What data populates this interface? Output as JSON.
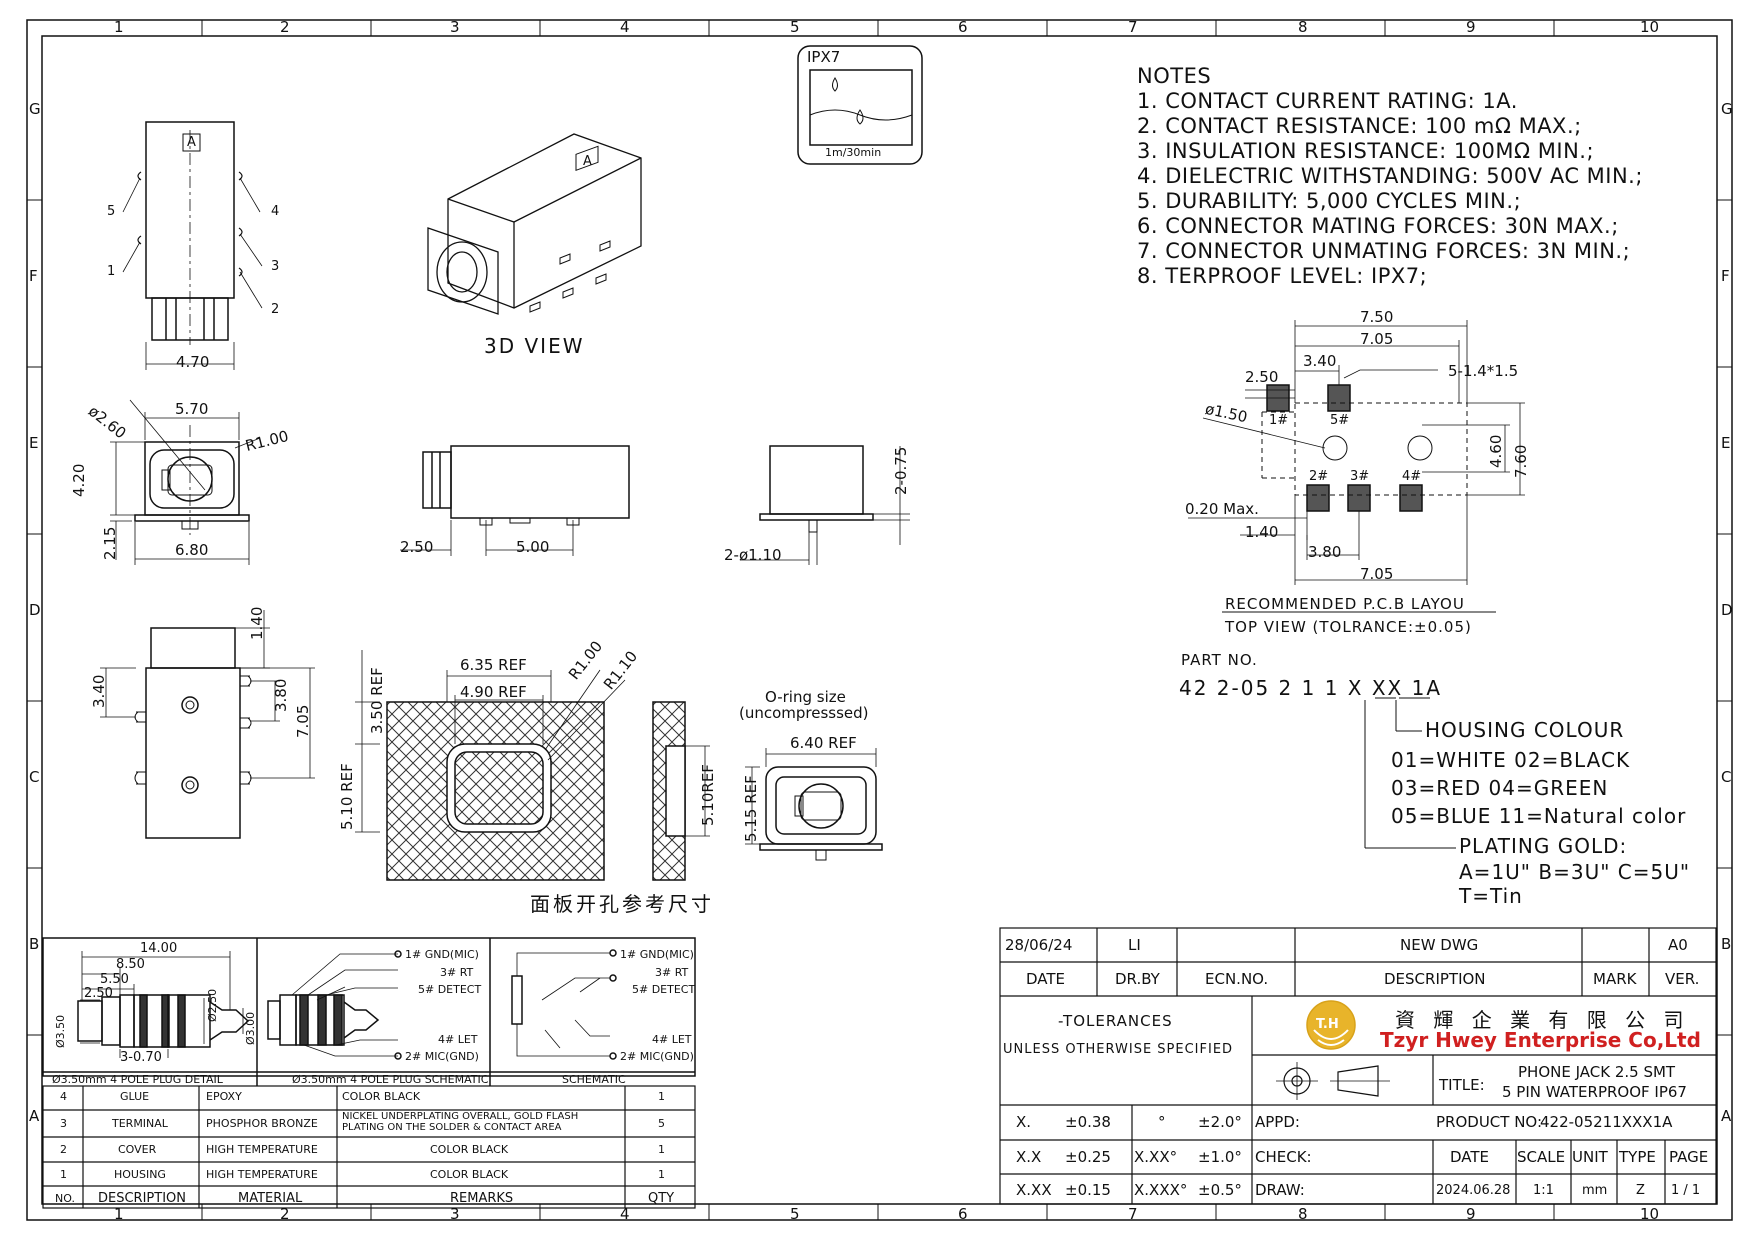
{
  "frame": {
    "col_labels": [
      "1",
      "2",
      "3",
      "4",
      "5",
      "6",
      "7",
      "8",
      "9",
      "10"
    ],
    "row_labels": [
      "G",
      "F",
      "E",
      "D",
      "C",
      "B",
      "A"
    ]
  },
  "ipx7": {
    "label": "IPX7",
    "sub": "1m/30min"
  },
  "views": {
    "view3d_label": "3D VIEW",
    "marking_letter": "A",
    "pin_numbers": [
      "5",
      "1",
      "4",
      "3",
      "2"
    ],
    "panel_cutout_caption": "面板开孔参考尺寸",
    "oring_label_1": "O-ring size",
    "oring_label_2": "(uncompresssed)"
  },
  "dims": {
    "side_470": "4.70",
    "front_570": "5.70",
    "front_d260": "ø2.60",
    "front_r100": "R1.00",
    "front_420": "4.20",
    "front_215": "2.15",
    "front_680": "6.80",
    "side_250": "2.50",
    "side_500": "5.00",
    "end_075": "2-0.75",
    "end_d110": "2-ø1.10",
    "bot_140": "1.40",
    "bot_340": "3.40",
    "bot_380": "3.80",
    "bot_705": "7.05",
    "panel_635": "6.35 REF",
    "panel_490": "4.90 REF",
    "panel_r100": "R1.00",
    "panel_r110": "R1.10",
    "panel_350": "3.50 REF",
    "panel_510": "5.10 REF",
    "panel_510b": "5.10REF",
    "oring_640": "6.40 REF",
    "oring_515": "5.15 REF"
  },
  "notes": {
    "title": "NOTES",
    "items": [
      "1. CONTACT CURRENT RATING: 1A.",
      "2. CONTACT RESISTANCE: 100 mΩ MAX.;",
      "3. INSULATION RESISTANCE: 100MΩ MIN.;",
      "4. DIELECTRIC WITHSTANDING: 500V AC MIN.;",
      "5. DURABILITY: 5,000 CYCLES MIN.;",
      "6. CONNECTOR MATING FORCES: 30N  MAX.;",
      "7. CONNECTOR UNMATING FORCES: 3N MIN.;",
      "8. TERPROOF LEVEL: IPX7;"
    ]
  },
  "pcb": {
    "d750": "7.50",
    "d705": "7.05",
    "d340": "3.40",
    "d250": "2.50",
    "pad": "5-1.4*1.5",
    "d150": "ø1.50",
    "d460": "4.60",
    "d760": "7.60",
    "d020": "0.20 Max.",
    "d140": "1.40",
    "d380": "3.80",
    "d705b": "7.05",
    "pins": [
      "1#",
      "5#",
      "2#",
      "3#",
      "4#"
    ],
    "caption1": "RECOMMENDED P.C.B LAYOU",
    "caption2": "TOP VIEW (TOLRANCE:±0.05)"
  },
  "part": {
    "label": "PART NO.",
    "number": "42 2-05 2 1 1 X XX 1A",
    "housing_colour": "HOUSING COLOUR",
    "colours": [
      "01=WHITE 02=BLACK",
      "03=RED  04=GREEN",
      "05=BLUE 11=Natural color"
    ],
    "plating": "PLATING GOLD:",
    "plating_opts": "A=1U\" B=3U\" C=5U\"",
    "tin": "T=Tin"
  },
  "plug": {
    "d1400": "14.00",
    "d850": "8.50",
    "d550": "5.50",
    "d250": "2.50",
    "d350": "Ø3.50",
    "d250v": "Ø2.50",
    "d300": "Ø3.00",
    "d070": "3-0.70",
    "detail_caption": "Ø3.50mm 4 POLE PLUG DETAIL",
    "schem_caption": "Ø3.50mm 4 POLE PLUG SCHEMATIC",
    "schematic_caption": "SCHEMATIC",
    "pins": [
      "1# GND(MIC)",
      "3# RT",
      "5# DETECT",
      "4# LET",
      "2# MIC(GND)"
    ]
  },
  "bom": {
    "headers": [
      "NO.",
      "DESCRIPTION",
      "MATERIAL",
      "REMARKS",
      "QTY"
    ],
    "rows": [
      [
        "4",
        "GLUE",
        "EPOXY",
        "COLOR BLACK",
        "1"
      ],
      [
        "3",
        "TERMINAL",
        "PHOSPHOR BRONZE",
        "NICKEL UNDERPLATING OVERALL, GOLD FLASH PLATING ON THE SOLDER & CONTACT AREA",
        "5"
      ],
      [
        "2",
        "COVER",
        "HIGH TEMPERATURE",
        "COLOR BLACK",
        "1"
      ],
      [
        "1",
        "HOUSING",
        "HIGH TEMPERATURE",
        "COLOR BLACK",
        "1"
      ]
    ]
  },
  "titleblock": {
    "rev": {
      "date": "28/06/24",
      "drby": "LI",
      "ecn": "",
      "desc": "NEW DWG",
      "mark": "",
      "ver": "A0"
    },
    "rev_headers": [
      "DATE",
      "DR.BY",
      "ECN.NO.",
      "DESCRIPTION",
      "MARK",
      "VER."
    ],
    "tol_title": "-TOLERANCES",
    "tol_sub": "UNLESS OTHERWISE SPECIFIED",
    "company_cn": "資 輝 企 業 有 限 公 司",
    "company_en": "Tzyr Hwey Enterprise Co,Ltd",
    "logo": "T.H",
    "title_label": "TITLE:",
    "title_1": "PHONE JACK 2.5 SMT",
    "title_2": "5 PIN WATERPROOF IP67",
    "tol_rows": [
      [
        "X.",
        "±0.38",
        "°",
        "±2.0°"
      ],
      [
        "X.X",
        "±0.25",
        "X.XX°",
        "±1.0°"
      ],
      [
        "X.XX",
        "±0.15",
        "X.XXX°",
        "±0.5°"
      ]
    ],
    "appd": "APPD:",
    "check": "CHECK:",
    "draw": "DRAW:",
    "product_no_label": "PRODUCT NO:",
    "product_no": "422-05211XXX1A",
    "meta_headers": [
      "DATE",
      "SCALE",
      "UNIT",
      "TYPE",
      "PAGE"
    ],
    "meta_values": [
      "2024.06.28",
      "1:1",
      "mm",
      "Z",
      "1 / 1"
    ]
  },
  "colors": {
    "ink": "#111111",
    "logo_gold": "#d8a21a",
    "logo_red": "#d02020"
  }
}
